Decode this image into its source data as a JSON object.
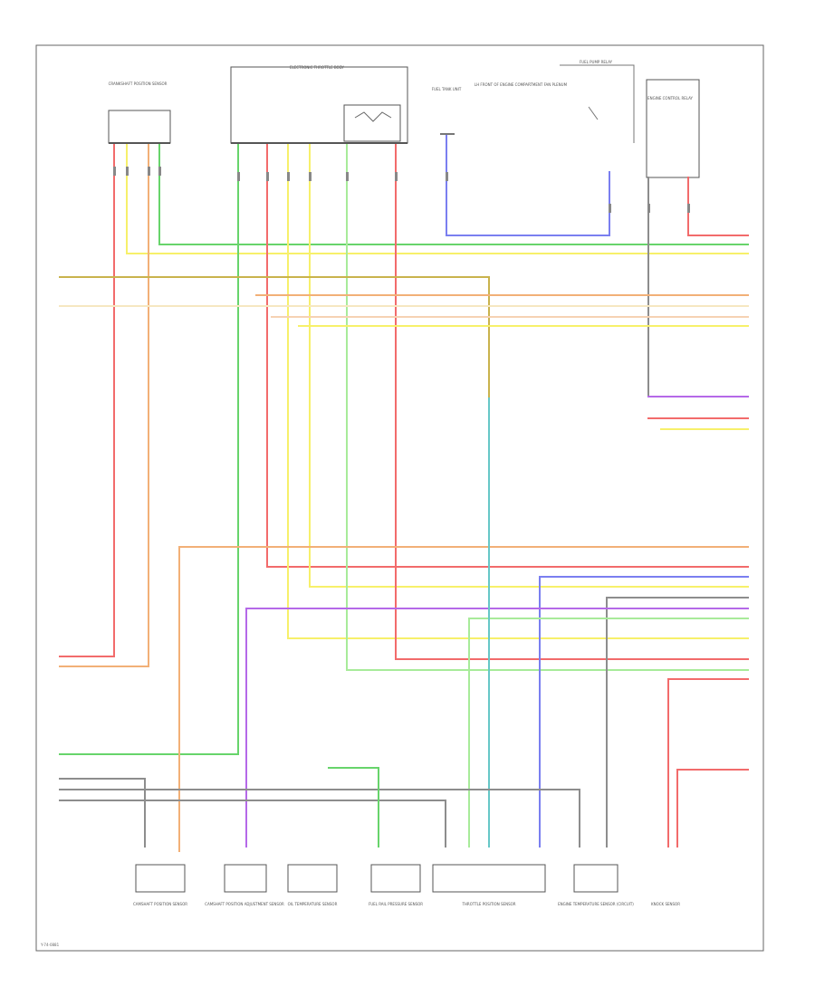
{
  "diagram": {
    "frame_code": "Y-74-0881",
    "colors": {
      "red": "#f26b6b",
      "yellow": "#f7f06a",
      "green": "#67d46b",
      "orange": "#f2b077",
      "blue": "#7a7ff0",
      "violet": "#b569e8",
      "gray": "#8d8d8d",
      "light_green": "#a8eb9a"
    },
    "top_components": {
      "crankshaft_sensor": "CRANKSHAFT POSITION SENSOR",
      "throttle_body": "ELECTRONIC THROTTLE BODY",
      "fuel_tank_unit": "FUEL TANK UNIT",
      "fuel_pump_relay_note": "LH FRONT OF ENGINE COMPARTMENT FAN PLENUM",
      "fuel_pump_relay": "FUEL PUMP RELAY",
      "engine_control_relay": "ENGINE CONTROL RELAY"
    },
    "bottom_components": [
      {
        "name": "CAMSHAFT POSITION SENSOR"
      },
      {
        "name": "CAMSHAFT POSITION ADJUSTMENT SENSOR"
      },
      {
        "name": "OIL TEMPERATURE SENSOR"
      },
      {
        "name": "FUEL RAIL PRESSURE SENSOR"
      },
      {
        "name": "THROTTLE POSITION SENSOR"
      },
      {
        "name": "ENGINE TEMPERATURE SENSOR (CIRCUIT)"
      },
      {
        "name": "KNOCK SENSOR"
      }
    ]
  }
}
